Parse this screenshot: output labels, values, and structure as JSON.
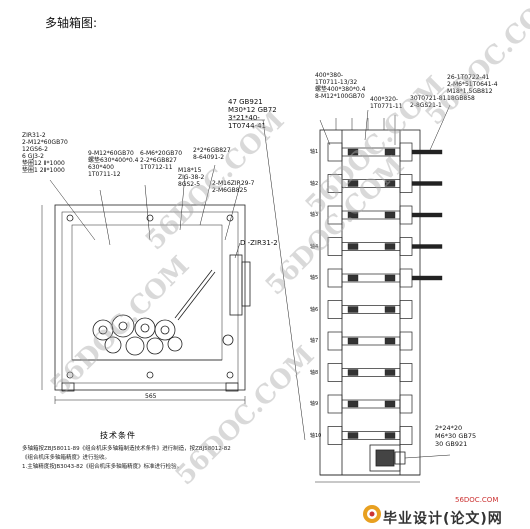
{
  "title": "多轴箱图:",
  "left_labels": {
    "zir_block": [
      "ZIR31-2",
      "2-M12*60GB70",
      "12GS6-2",
      "6 GJ3-2",
      "垫圈12 Ⅱ*1000",
      "垫圈1 2Ⅱ*1000"
    ],
    "m12_block": [
      "9-M12*60GB70",
      "螺垫630*400*0.4",
      "630*400",
      "1T0711-12"
    ],
    "m6_block": [
      "6-M6*20GB70",
      "2-2*6GB827",
      "1T0712-11"
    ],
    "m8_block": [
      "M18*15",
      "ZIG-38-2",
      "8GS2-5"
    ],
    "top_block": [
      "2*2*6GB827",
      "8-64091-2",
      "2-M16ZIR29-7",
      "2-M6GB825"
    ],
    "gb921": [
      "47  GB921",
      "M30*12  GB72",
      "3*21*40-",
      "1T0744-41"
    ],
    "d_label": "D -ZIR31-2",
    "dim_bottom": "565"
  },
  "right_labels": {
    "top_left": [
      "400*380-",
      "1T0711-13/32",
      "螺垫400*380*0.4",
      "8-M12*100GB70"
    ],
    "top_mid": [
      "400*320-",
      "1T0771-11"
    ],
    "top_mid2": [
      "30T0721-81",
      "2-8GS21-1"
    ],
    "top_right": [
      "26-1T0722-41",
      "2-M6*51T0641-4",
      "M18*1.5GB812",
      "18GB858"
    ],
    "bottom": [
      "2*24*20",
      "M6*30  GB75",
      "30     GB921"
    ],
    "axes": [
      "轴1",
      "轴2",
      "轴3",
      "轴4",
      "轴5",
      "轴6",
      "轴7",
      "轴8",
      "轴9",
      "轴10"
    ]
  },
  "notes": {
    "heading": "技术条件",
    "lines": [
      "多轴箱按ZBJ58011-89《组合机床多轴箱制造技术条件》进行制造，按ZBJ58012-82",
      "《组合机床多轴箱精度》进行验收。",
      "1.主轴精度按JB3043-82《组合机床多轴箱精度》标准进行检验。"
    ]
  },
  "watermarks": [
    "56DOC.COM",
    "56DOC.COM",
    "56DOC.COM",
    "56DOC.COM",
    "56DOC.COM",
    "56DOC.COM"
  ],
  "logo": {
    "url": "56DOC.COM",
    "text": "毕业设计(论文)网"
  }
}
